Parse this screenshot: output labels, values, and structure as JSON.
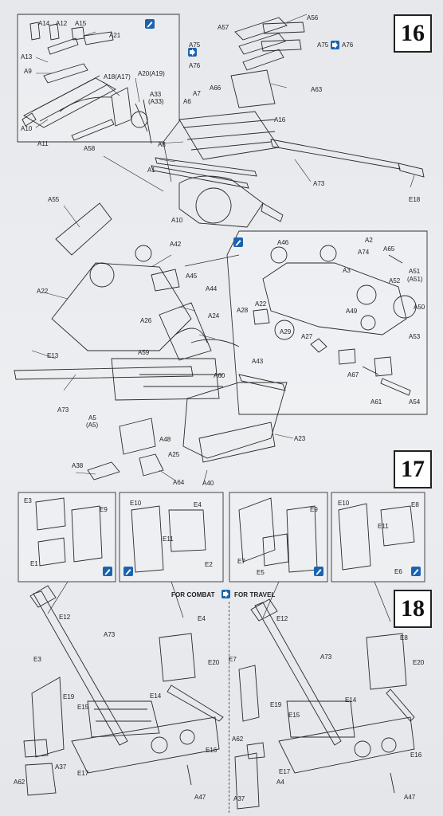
{
  "steps": {
    "s16": "16",
    "s17": "17",
    "s18": "18"
  },
  "banner": {
    "combat": "FOR COMBAT",
    "travel": "FOR TRAVEL"
  },
  "icons": {
    "clue": "pencil-icon",
    "choice": "option-arrow-icon"
  },
  "colors": {
    "clue_blue": "#1a63b0",
    "line": "#2a2a2a",
    "page": "#e9eaed"
  },
  "labels": {
    "a14": "A14",
    "a12": "A12",
    "a15": "A15",
    "a21": "A21",
    "a13": "A13",
    "a9": "A9",
    "a18a17": "A18(A17)",
    "a20a19": "A20(A19)",
    "a33": "A33",
    "a33b": "(A33)",
    "a10a": "A10",
    "a11": "A11",
    "a58": "A58",
    "a57": "A57",
    "a56": "A56",
    "a75a": "A75",
    "a76a": "A76",
    "a75b": "A75",
    "a76b": "A76",
    "a66": "A66",
    "a63": "A63",
    "a6": "A6",
    "a7": "A7",
    "a16": "A16",
    "a8": "A8",
    "a1": "A1",
    "a73a": "A73",
    "e18": "E18",
    "a10b": "A10",
    "a55": "A55",
    "a42": "A42",
    "a45": "A45",
    "a44": "A44",
    "a22a": "A22",
    "a26": "A26",
    "a24": "A24",
    "e13": "E13",
    "a59": "A59",
    "a73b": "A73",
    "a60": "A60",
    "a43": "A43",
    "a5": "A5",
    "a5b": "(A5)",
    "a48": "A48",
    "a25": "A25",
    "a23": "A23",
    "a38": "A38",
    "a64": "A64",
    "a40": "A40",
    "a46": "A46",
    "a2": "A2",
    "a74": "A74",
    "a65": "A65",
    "a3": "A3",
    "a51": "A51",
    "a51b": "(A51)",
    "a52": "A52",
    "a22b": "A22",
    "a49": "A49",
    "a50": "A50",
    "a28": "A28",
    "a29": "A29",
    "a27": "A27",
    "a53": "A53",
    "a67": "A67",
    "a61": "A61",
    "a54": "A54",
    "e3a": "E3",
    "e9a": "E9",
    "e1": "E1",
    "e10a": "E10",
    "e4a": "E4",
    "e11a": "E11",
    "e2": "E2",
    "e7a": "E7",
    "e9b": "E9",
    "e5": "E5",
    "e10b": "E10",
    "e8a": "E8",
    "e11b": "E11",
    "e6": "E6",
    "e12a": "E12",
    "a73c": "A73",
    "e4b": "E4",
    "e3b": "E3",
    "e20a": "E20",
    "e19a": "E19",
    "e15a": "E15",
    "e14a": "E14",
    "e16a": "E16",
    "a37a": "A37",
    "e17a": "E17",
    "a62a": "A62",
    "a47a": "A47",
    "e12b": "E12",
    "a73d": "A73",
    "e8b": "E8",
    "e7b": "E7",
    "e20b": "E20",
    "e14b": "E14",
    "e19b": "E19",
    "a62b": "A62",
    "e15b": "E15",
    "e17b": "E17",
    "a4": "A4",
    "e16b": "E16",
    "a37b": "A37",
    "a47b": "A47"
  }
}
